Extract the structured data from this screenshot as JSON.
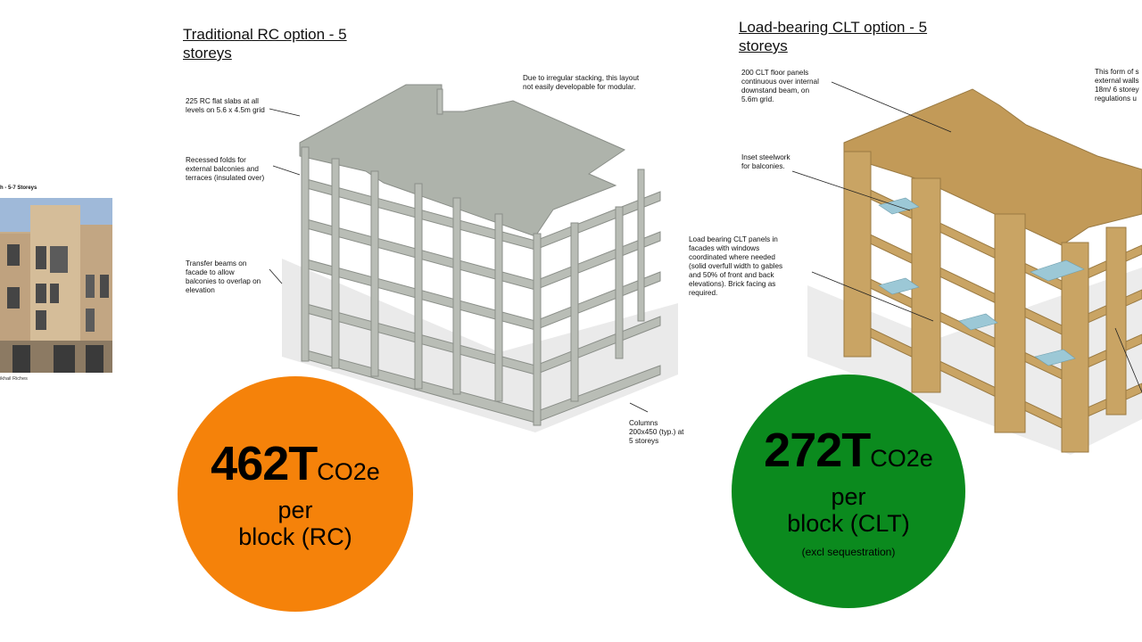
{
  "reference": {
    "caption": "h - 5-7 Storeys",
    "credit": "ikhail Riches"
  },
  "rc": {
    "title_line1": "Traditional RC option - 5",
    "title_line2": "storeys",
    "notes": {
      "slabs": [
        "225 RC flat slabs at all",
        "levels on 5.6 x 4.5m grid"
      ],
      "folds": [
        "Recessed folds for",
        "external balconies and",
        "terraces (insulated over)"
      ],
      "beams": [
        "Transfer beams on",
        "facade to allow",
        "balconies to overlap on",
        "elevation"
      ],
      "stacking": [
        "Due to irregular stacking, this layout",
        "not easily developable for modular."
      ],
      "columns": [
        "Columns",
        "200x450 (typ.) at",
        "5 storeys"
      ]
    },
    "badge": {
      "value": "462T",
      "unit": "CO2e",
      "line2": "per",
      "line3": "block (RC)",
      "color": "#f5820a"
    },
    "model_color": "#b9bdb6"
  },
  "clt": {
    "title_line1": "Load-bearing CLT option - 5",
    "title_line2": "storeys",
    "notes": {
      "floors": [
        "200 CLT floor panels",
        "continuous over internal",
        "downstand beam, on",
        "5.6m grid."
      ],
      "steel": [
        "Inset steelwork",
        "for balconies."
      ],
      "walls": [
        "Load bearing CLT panels in",
        "facades with windows",
        "coordinated where needed",
        "(solid overfull width to gables",
        "and 50% of front and back",
        "elevations). Brick facing as",
        "required."
      ],
      "form": [
        "This form of s",
        "external walls",
        "18m/ 6 storey",
        "regulations u"
      ]
    },
    "badge": {
      "value": "272T",
      "unit": "CO2e",
      "line2": "per",
      "line3": "block (CLT)",
      "note": "(excl sequestration)",
      "color": "#0b8a1e"
    },
    "model_color": "#c9a464"
  }
}
